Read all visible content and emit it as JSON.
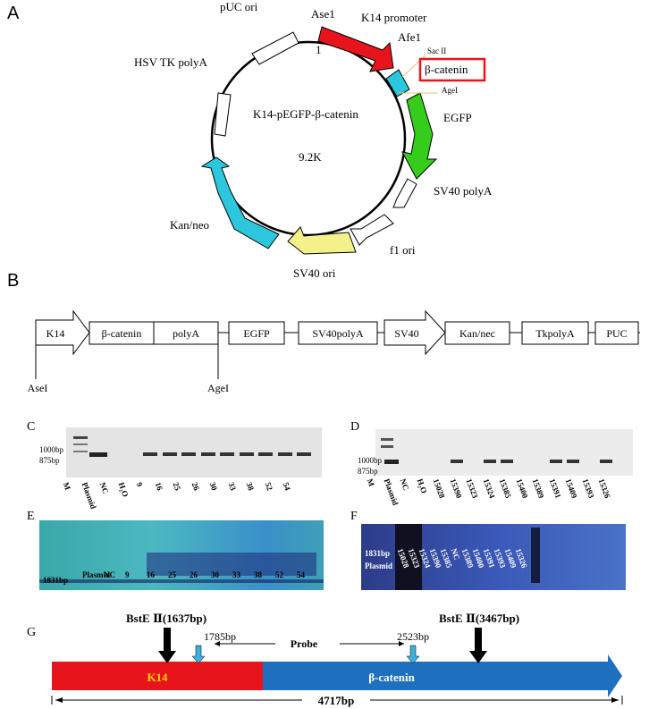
{
  "panels": {
    "A": "A",
    "B": "B",
    "C": "C",
    "D": "D",
    "E": "E",
    "F": "F",
    "G": "G"
  },
  "plasmid": {
    "name": "K14-pEGFP-β-catenin",
    "size": "9.2K",
    "origin_mark": "1",
    "features": {
      "pUC": "pUC ori",
      "ase1": "Ase1",
      "k14_promoter": "K14 promoter",
      "afe1": "Afe1",
      "sacII": "Sac II",
      "bcatenin": "β-catenin",
      "ageI": "AgeI",
      "egfp": "EGFP",
      "sv40polyA": "SV40 polyA",
      "f1ori": "f1 ori",
      "sv40ori": "SV40 ori",
      "kanneo": "Kan/neo",
      "hsvtk": "HSV TK polyA"
    },
    "colors": {
      "k14": "#e8141c",
      "bcat": "#2cc7dc",
      "egfp": "#35cc1c",
      "sv40ori": "#f4f08a",
      "kan": "#2cc7dc",
      "white": "#ffffff"
    }
  },
  "linear_map": {
    "boxes": [
      "K14",
      "β-catenin",
      "polyA",
      "EGFP",
      "SV40polyA",
      "SV40",
      "Kan/nec",
      "TkpolyA",
      "PUC"
    ],
    "sites": [
      "AseI",
      "AgeI"
    ]
  },
  "gel_c": {
    "markers": [
      "1000bp",
      "875bp"
    ],
    "lanes": [
      "M",
      "Plasmid",
      "NC",
      "H₂O",
      "9",
      "16",
      "25",
      "26",
      "30",
      "33",
      "38",
      "52",
      "54"
    ]
  },
  "gel_d": {
    "markers": [
      "1000bp",
      "875bp"
    ],
    "lanes": [
      "M",
      "Plasmid",
      "NC",
      "H₂O",
      "15028",
      "15390",
      "15323",
      "15324",
      "15385",
      "15400",
      "15389",
      "15391",
      "15409",
      "15393",
      "15326"
    ]
  },
  "blot_e": {
    "marker": "1831bp",
    "lanes": [
      "Plasmid",
      "NC",
      "9",
      "16",
      "25",
      "26",
      "30",
      "33",
      "38",
      "52",
      "54"
    ]
  },
  "blot_f": {
    "markers": [
      "1831bp",
      "Plasmid"
    ],
    "lanes": [
      "15028",
      "15323",
      "15324",
      "15390",
      "15385",
      "NC",
      "15389",
      "15400",
      "15391",
      "15393",
      "15409",
      "15326"
    ]
  },
  "probe_map": {
    "site1": "BstE Ⅱ(1637bp)",
    "site2": "BstE Ⅱ(3467bp)",
    "p1": "1785bp",
    "p2": "2523bp",
    "probe": "Probe",
    "k14": "K14",
    "bcat": "β-catenin",
    "length": "4717bp"
  }
}
